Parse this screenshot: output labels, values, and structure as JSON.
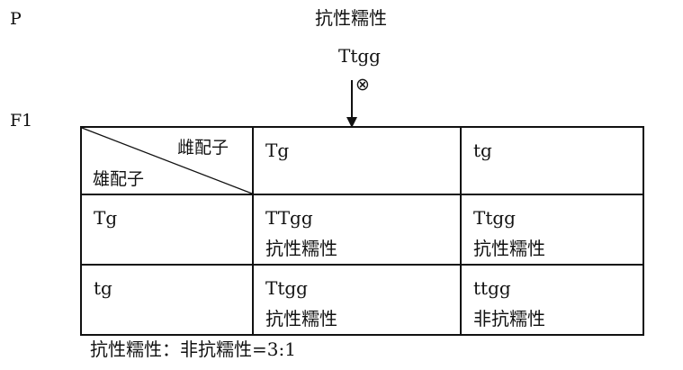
{
  "labels": {
    "p": "P",
    "f1": "F1"
  },
  "parent": {
    "phenotype": "抗性糯性",
    "genotype": "Ttgg",
    "cross_symbol": "⊗"
  },
  "punnett": {
    "corner_top": "雌配子",
    "corner_bottom": "雄配子",
    "column_headers": [
      "Tg",
      "tg"
    ],
    "rows": [
      {
        "header": "Tg",
        "cells": [
          {
            "genotype": "TTgg",
            "phenotype": "抗性糯性"
          },
          {
            "genotype": "Ttgg",
            "phenotype": "抗性糯性"
          }
        ]
      },
      {
        "header": "tg",
        "cells": [
          {
            "genotype": "Ttgg",
            "phenotype": "抗性糯性"
          },
          {
            "genotype": "ttgg",
            "phenotype": "非抗糯性"
          }
        ]
      }
    ]
  },
  "ratio": "抗性糯性：非抗糯性=3:1"
}
